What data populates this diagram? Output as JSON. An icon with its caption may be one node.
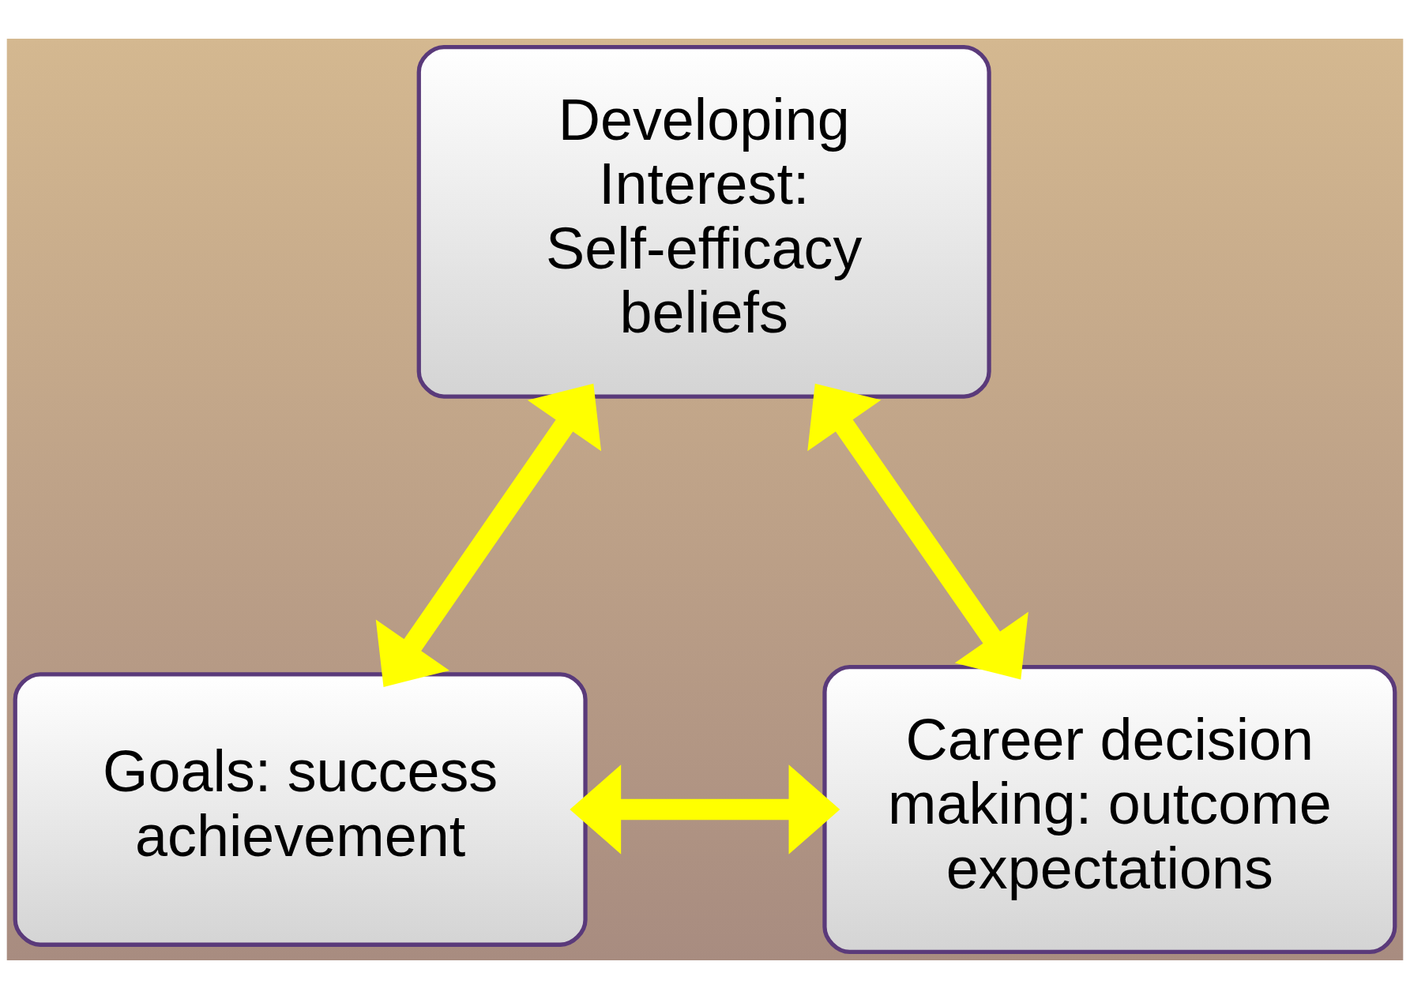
{
  "diagram": {
    "nodes": [
      {
        "text": [
          "Developing Interest: Self-efficacy beliefs"
        ]
      },
      {
        "text": [
          "Goals: success achievement"
        ]
      },
      {
        "text": [
          "Career decision making: outcome expectations"
        ]
      }
    ],
    "edges": [
      {
        "from": 0,
        "to": 1,
        "arrow": "both"
      },
      {
        "from": 0,
        "to": 2,
        "arrow": "both"
      },
      {
        "from": 1,
        "to": 2,
        "arrow": "both"
      }
    ]
  }
}
